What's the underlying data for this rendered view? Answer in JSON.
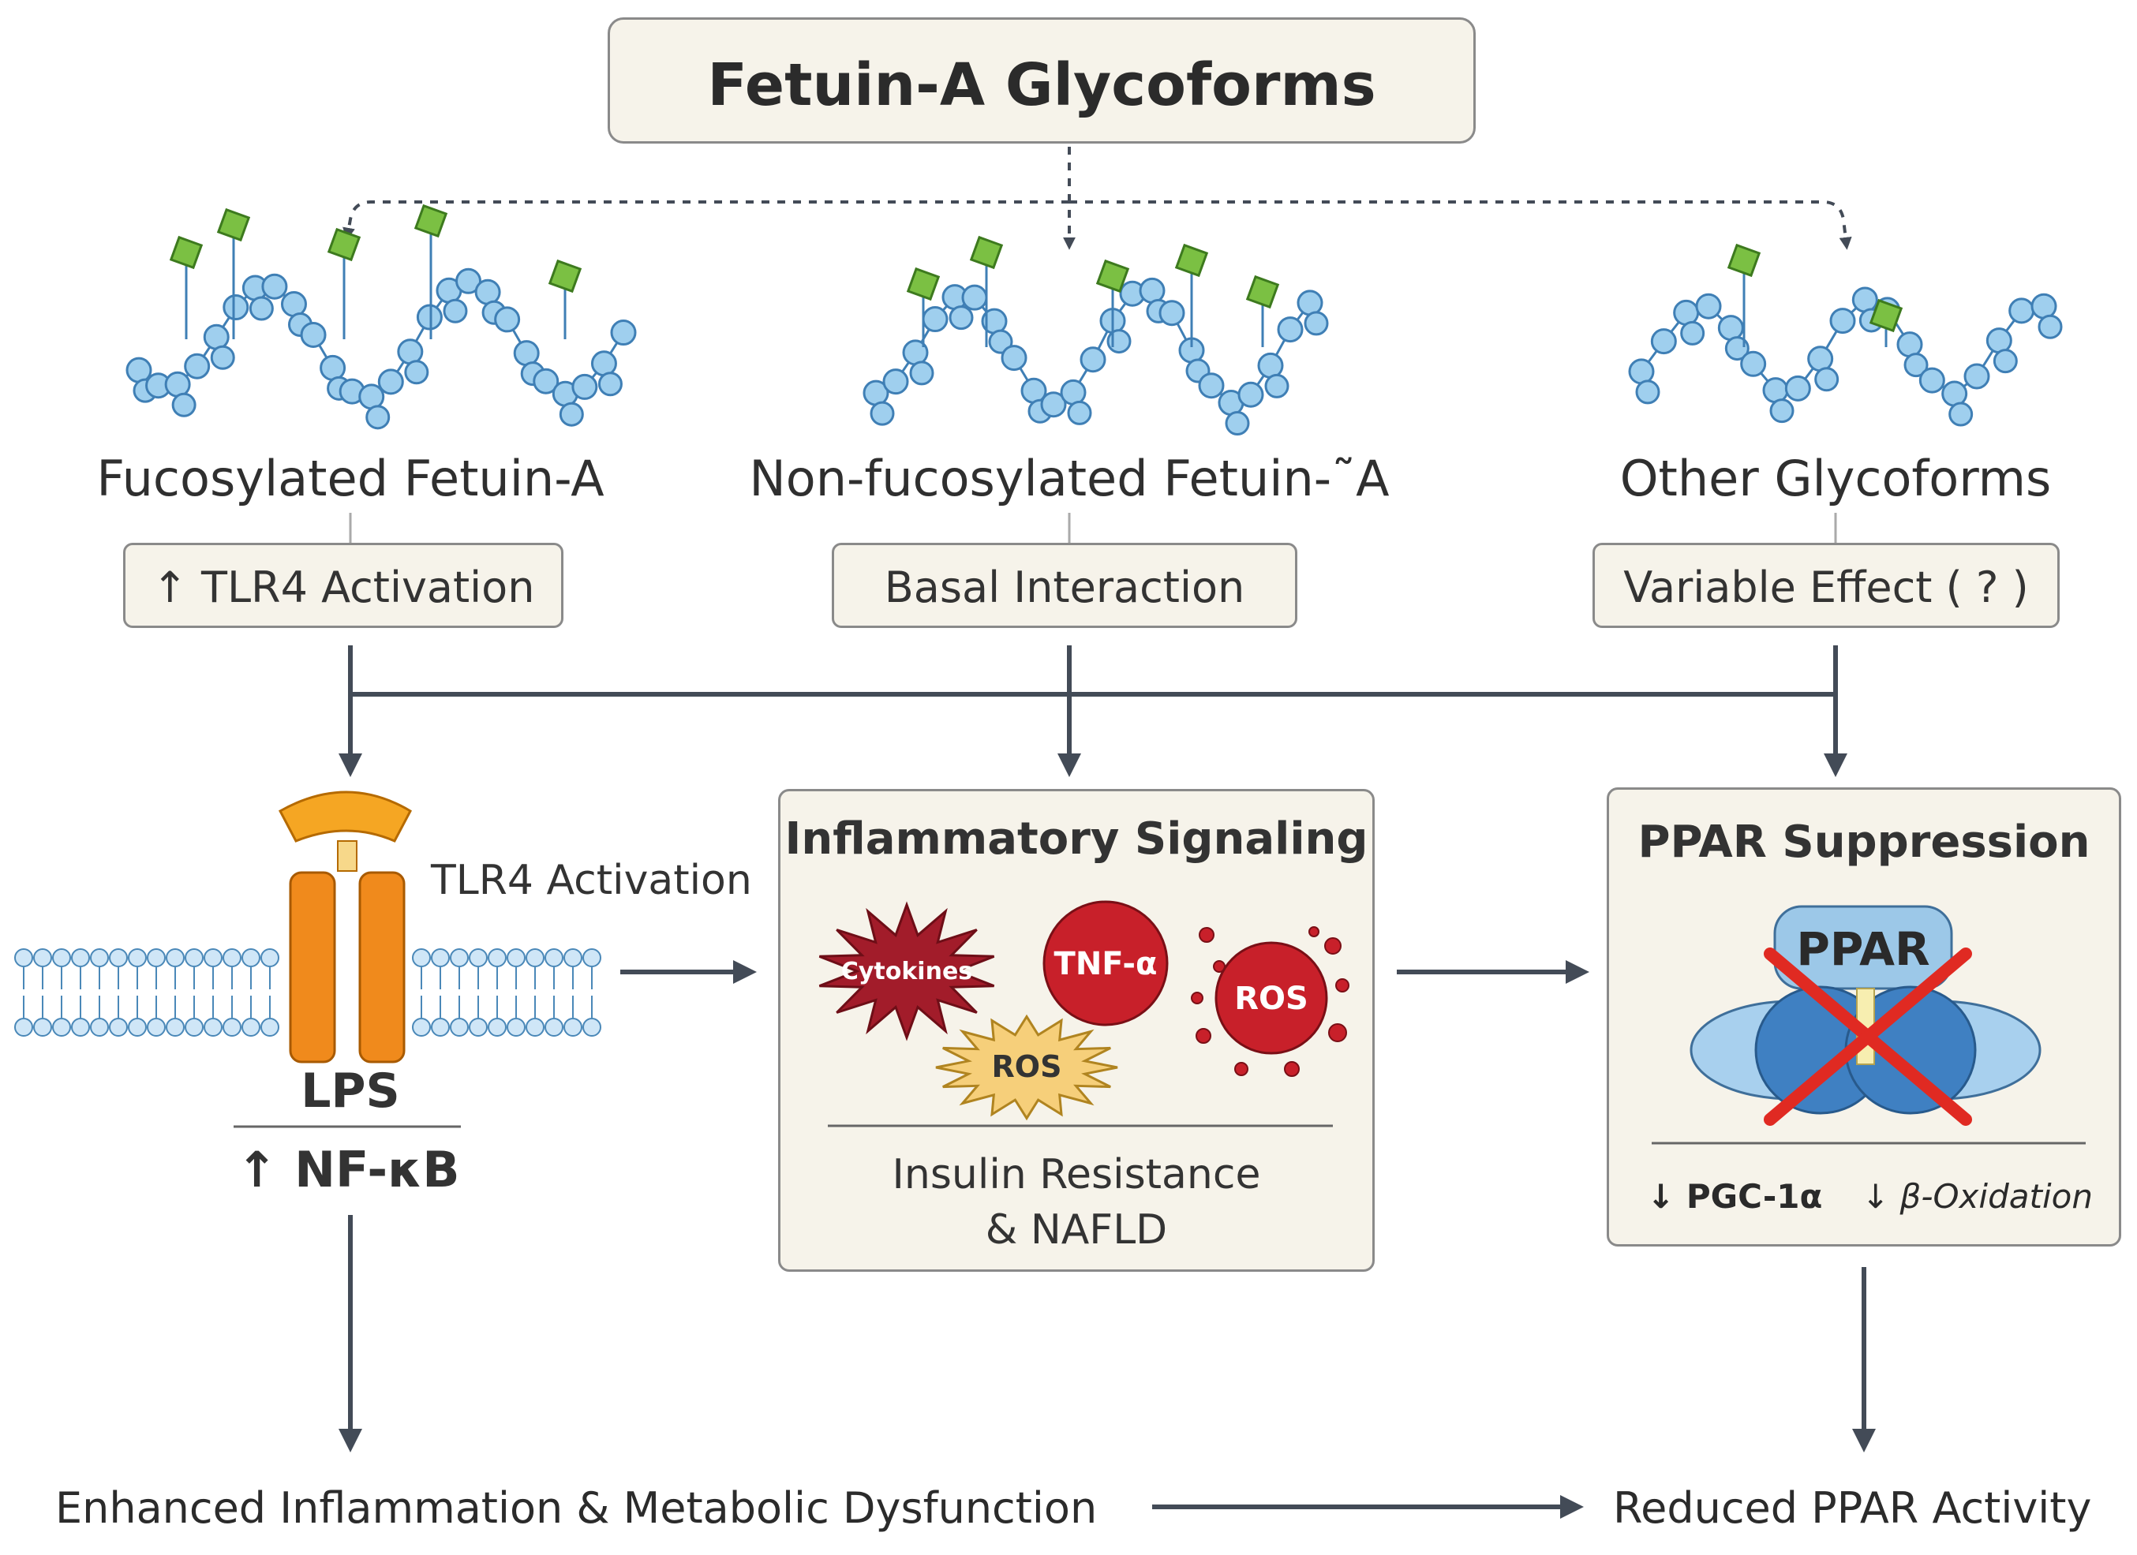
{
  "title": "Fetuin-A Glycoforms",
  "glycoforms": [
    {
      "name": "Fucosylated Fetuin-A",
      "effect": "↑ TLR4 Activation"
    },
    {
      "name": "Non-fucosylated Fetuin-˜A",
      "effect": "Basal Interaction"
    },
    {
      "name": "Other Glycoforms",
      "effect": "Variable Effect ( ? )"
    }
  ],
  "tlr4": {
    "label": "TLR4 Activation",
    "ligand": "LPS",
    "downstream": "↑ NF-κB"
  },
  "inflammatory": {
    "title": "Inflammatory Signaling",
    "mediators": [
      "Cytokines",
      "TNF-α",
      "ROS",
      "ROS"
    ],
    "outcome_line1": "Insulin Resistance",
    "outcome_line2": "& NAFLD"
  },
  "ppar": {
    "title": "PPAR Suppression",
    "receptor": "PPAR",
    "effects": [
      "↓ PGC-1α",
      "↓ β-Oxidation"
    ]
  },
  "outcomes": {
    "left": "Enhanced Inflammation & Metabolic Dysfunction",
    "right": "Reduced PPAR Activity"
  },
  "colors": {
    "chain_blue": "#9fcfee",
    "chain_stroke": "#3f7fb5",
    "fucose_green": "#7bc043",
    "tlr4_orange": "#f08a1c",
    "cytokine_red": "#a21c2a",
    "tnf_red": "#c8202a",
    "ros_yellow": "#f6cf7a",
    "ppar_blue": "#9cc8e8",
    "cross_red": "#e02a22",
    "arrow": "#434b57"
  }
}
